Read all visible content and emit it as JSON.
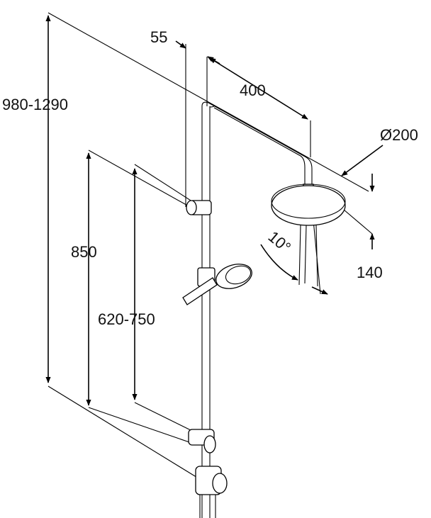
{
  "dimensions": {
    "total_height": "980-1290",
    "rail_height": "850",
    "holder_range": "620-750",
    "wall_offset": "55",
    "arm_reach": "400",
    "head_diameter": "Ø200",
    "head_drop": "140",
    "tilt_angle": "10°"
  },
  "colors": {
    "line": "#000000",
    "background": "#ffffff"
  }
}
